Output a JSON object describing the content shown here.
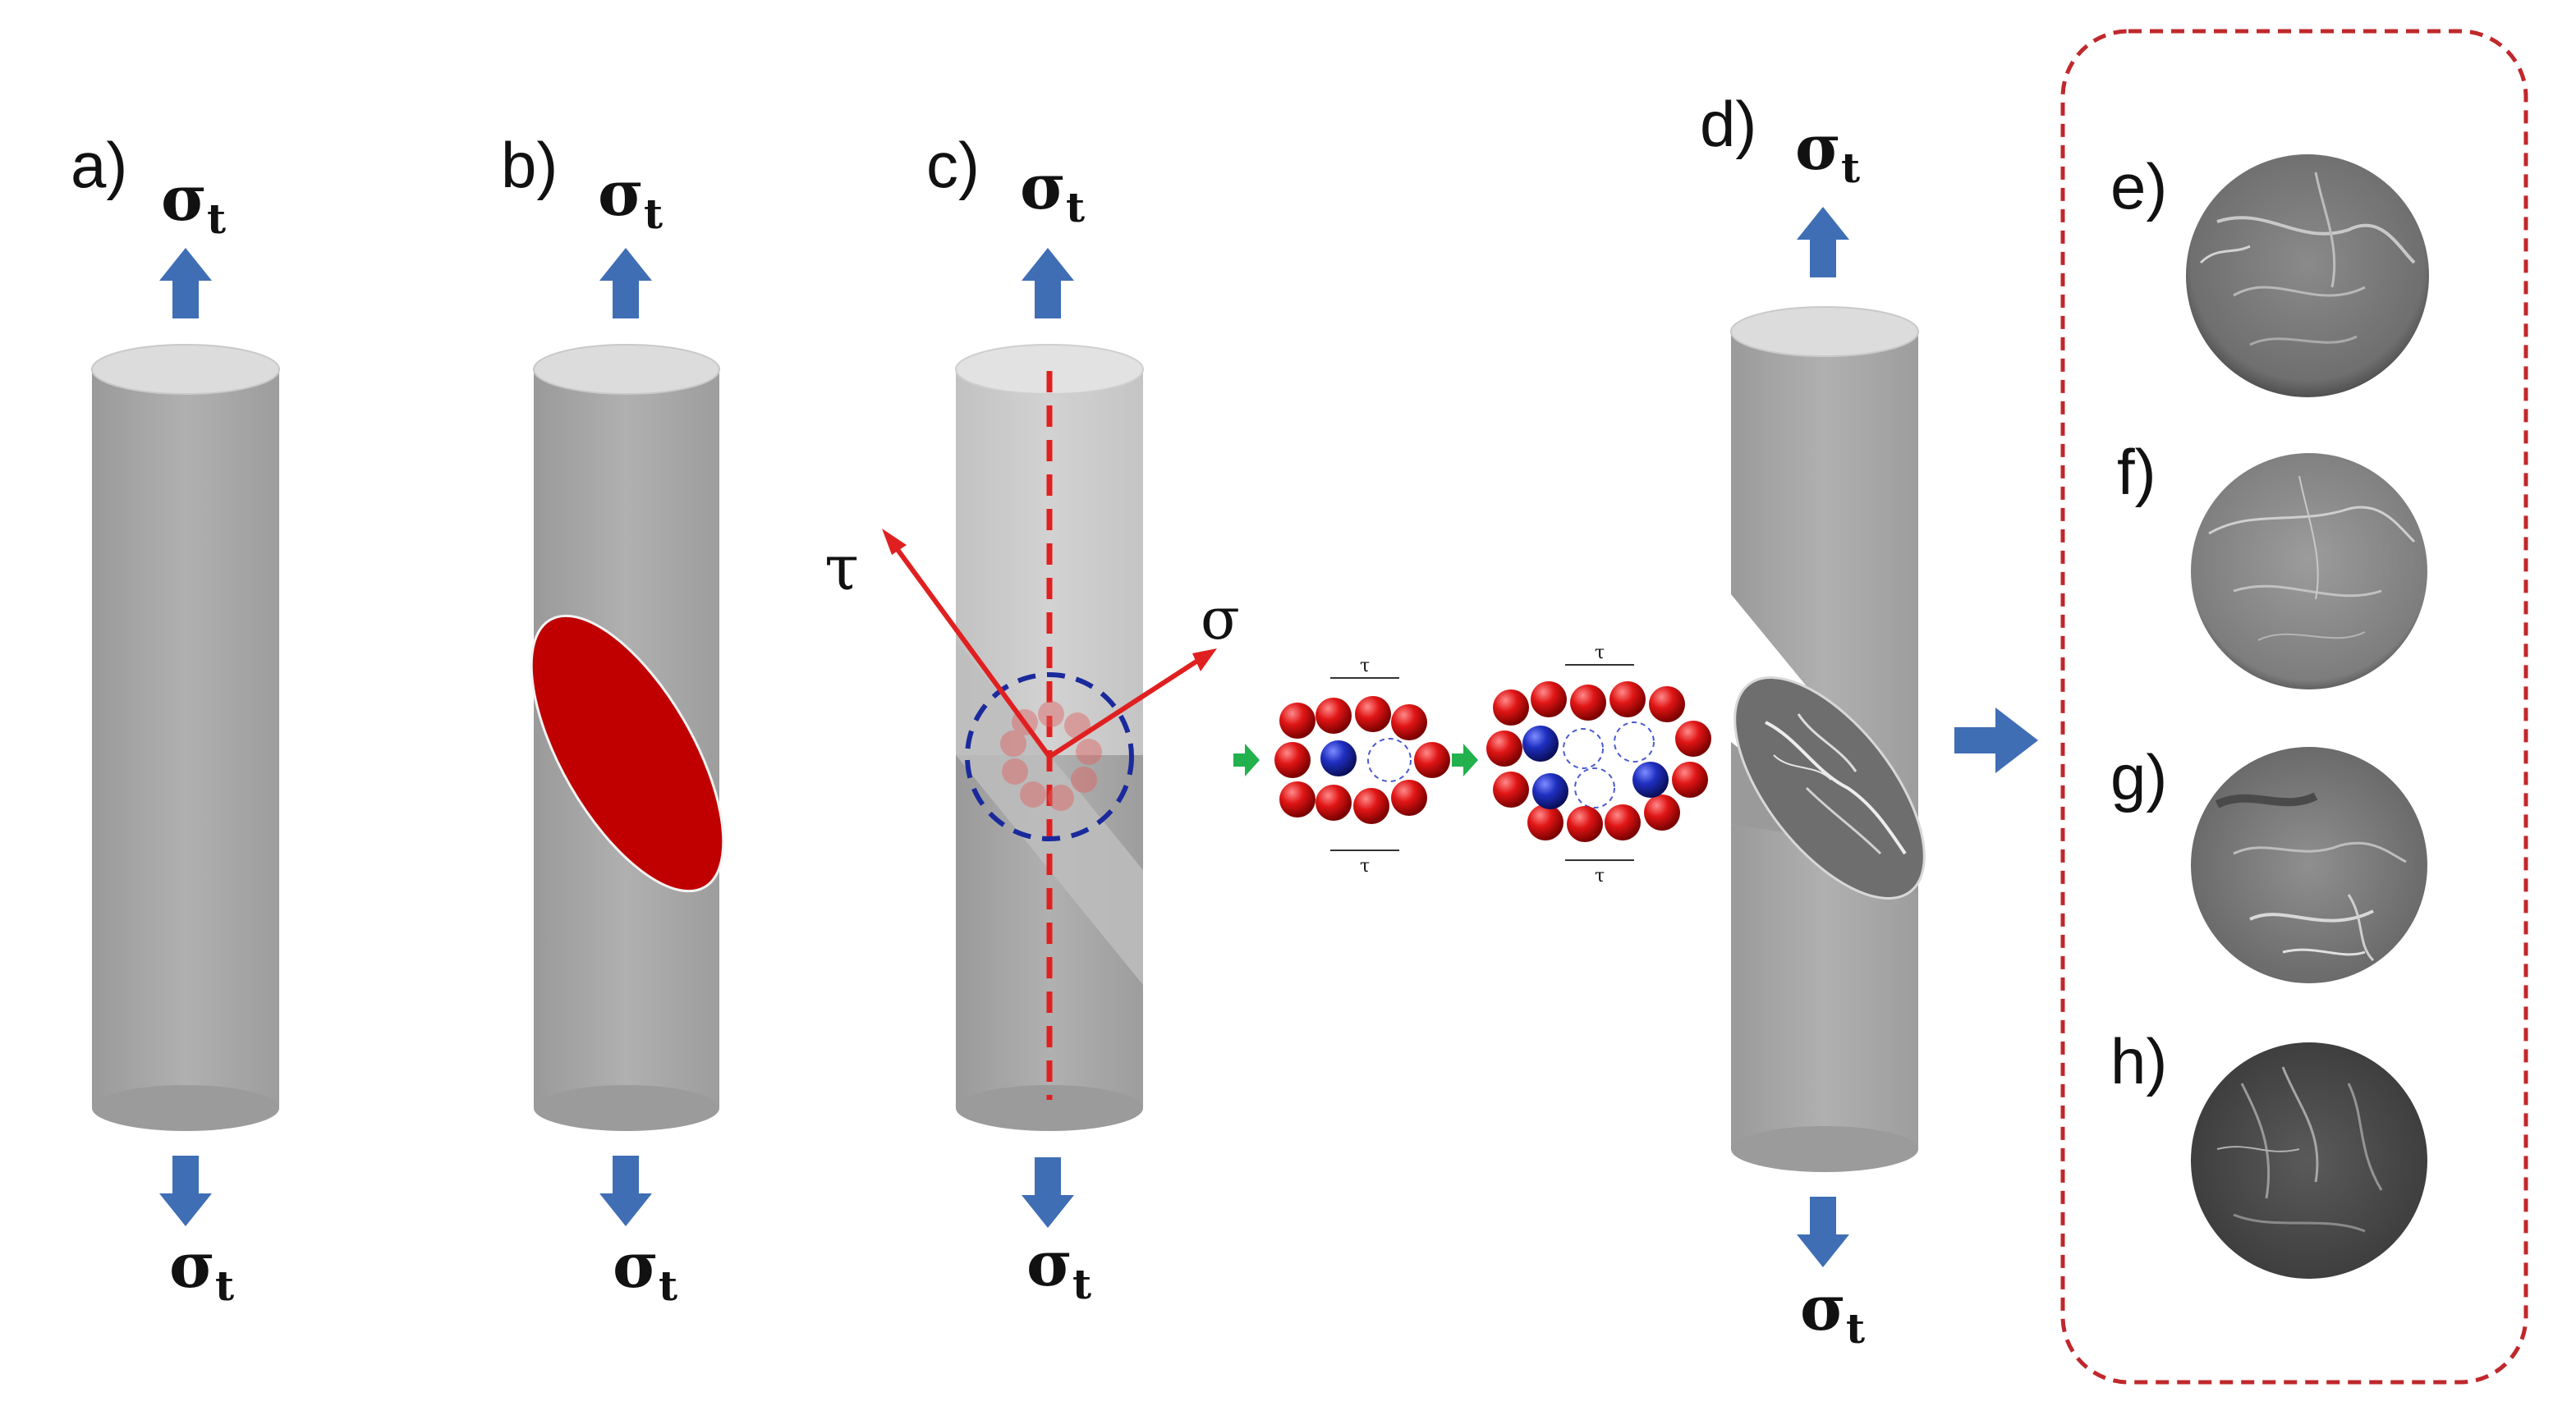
{
  "panels": {
    "a": "a)",
    "b": "b)",
    "c": "c)",
    "d": "d)",
    "e": "e)",
    "f": "f)",
    "g": "g)",
    "h": "h)"
  },
  "stress": {
    "symbol": "σ",
    "subscript": "t"
  },
  "shear_symbol": "τ",
  "normal_symbol": "σ",
  "colors": {
    "cylinder": "#a7a7a7",
    "cylinder_top": "#dcdcdc",
    "arrow": "#3f6eb5",
    "shear_band": "#c00000",
    "vector": "#e02020",
    "dashed_box": "#c0282b",
    "atom_red": "#d80f0f",
    "atom_blue": "#1f2fa8",
    "small_arrow": "#22b14c"
  }
}
